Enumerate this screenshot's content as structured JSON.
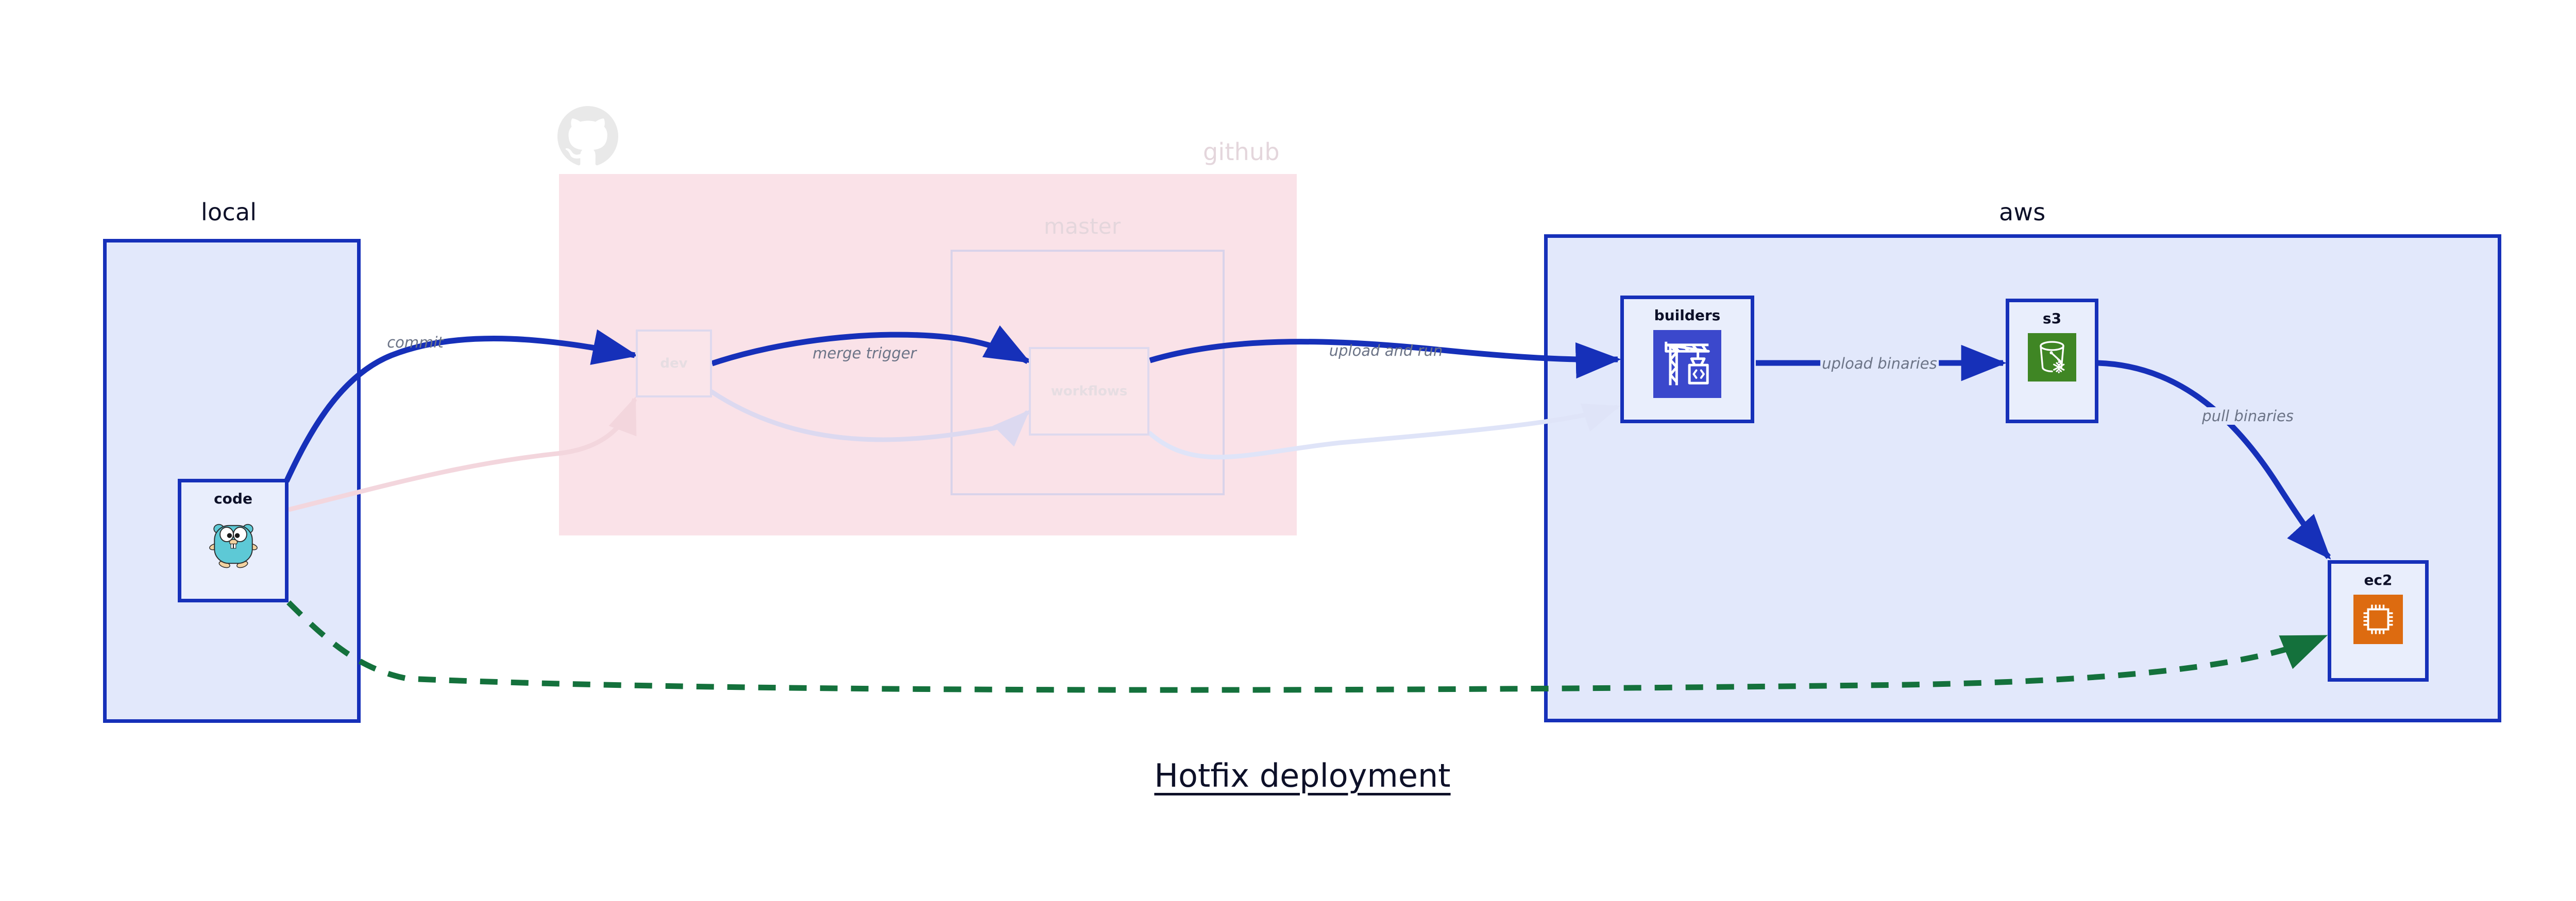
{
  "diagram": {
    "title": "Hotfix deployment",
    "background": "#ffffff",
    "accent_blue": "#1630b9",
    "cluster_fill_blue": "#e2e8fb",
    "cluster_fill_pink": "#fae2e8",
    "edge_label_color": "#6c7487",
    "dashed_green": "#14713c"
  },
  "clusters": [
    {
      "id": "local",
      "label": "local",
      "faded": false,
      "fill": "#e2e8fb",
      "border": "#1630b9"
    },
    {
      "id": "github",
      "label": "github",
      "faded": true,
      "fill": "#fae2e8",
      "border": "none"
    },
    {
      "id": "master",
      "label": "master",
      "faded": true,
      "fill": "#fae2e8",
      "border": "#d9d3ea"
    },
    {
      "id": "aws",
      "label": "aws",
      "faded": false,
      "fill": "#e2e8fb",
      "border": "#1630b9"
    }
  ],
  "nodes": [
    {
      "id": "code",
      "label": "code",
      "cluster": "local",
      "icon": "go-gopher-icon",
      "icon_color": "#5dc9d6",
      "faded": false
    },
    {
      "id": "dev",
      "label": "dev",
      "cluster": "github",
      "icon": "none",
      "icon_color": "",
      "faded": true
    },
    {
      "id": "workflows",
      "label": "workflows",
      "cluster": "master",
      "icon": "none",
      "icon_color": "",
      "faded": true
    },
    {
      "id": "builders",
      "label": "builders",
      "cluster": "aws",
      "icon": "aws-codebuild-icon",
      "icon_color": "#3b48cc",
      "faded": false
    },
    {
      "id": "s3",
      "label": "s3",
      "cluster": "aws",
      "icon": "aws-s3-glacier-icon",
      "icon_color": "#3f8624",
      "faded": false
    },
    {
      "id": "ec2",
      "label": "ec2",
      "cluster": "aws",
      "icon": "aws-ec2-icon",
      "icon_color": "#dd6b10",
      "faded": false
    }
  ],
  "edges": [
    {
      "id": "commit",
      "from": "code",
      "to": "dev",
      "label": "commit",
      "style": "solid",
      "color": "#1630b9",
      "faded": false
    },
    {
      "id": "merge-trigger",
      "from": "dev",
      "to": "workflows",
      "label": "merge trigger",
      "style": "solid",
      "color": "#1630b9",
      "faded": false
    },
    {
      "id": "upload-and-run",
      "from": "workflows",
      "to": "builders",
      "label": "upload and run",
      "style": "solid",
      "color": "#1630b9",
      "faded": false
    },
    {
      "id": "upload-binaries",
      "from": "builders",
      "to": "s3",
      "label": "upload binaries",
      "style": "solid",
      "color": "#1630b9",
      "faded": false
    },
    {
      "id": "pull-binaries",
      "from": "s3",
      "to": "ec2",
      "label": "pull binaries",
      "style": "solid",
      "color": "#1630b9",
      "faded": false
    },
    {
      "id": "hotfix-direct",
      "from": "code",
      "to": "ec2",
      "label": "",
      "style": "dashed",
      "color": "#14713c",
      "faded": false
    },
    {
      "id": "code-to-dev-alt",
      "from": "code",
      "to": "dev",
      "label": "",
      "style": "solid",
      "color": "#f3d6dd",
      "faded": true
    },
    {
      "id": "dev-to-wf-alt",
      "from": "dev",
      "to": "workflows",
      "label": "",
      "style": "solid",
      "color": "#dcd9f0",
      "faded": true
    },
    {
      "id": "wf-to-builders-alt",
      "from": "workflows",
      "to": "builders",
      "label": "",
      "style": "solid",
      "color": "#dfe4f8",
      "faded": true
    }
  ],
  "logos": [
    {
      "id": "github-logo",
      "name": "github-octocat-icon",
      "color": "#e9e9e9"
    }
  ]
}
